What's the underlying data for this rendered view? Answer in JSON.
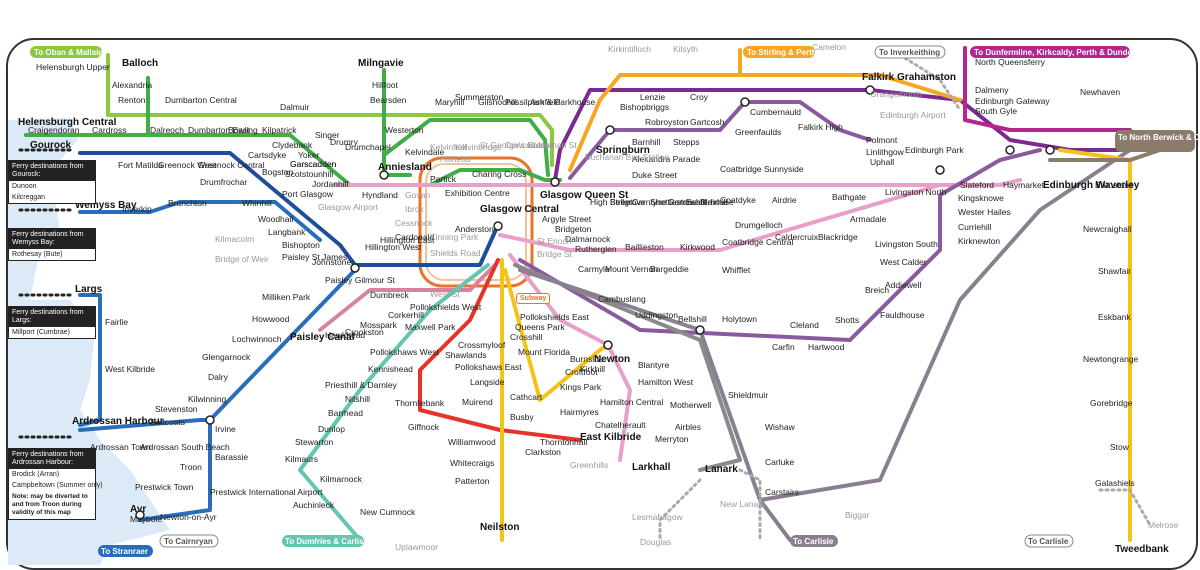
{
  "destinations": {
    "oban": "To Oban & Mallaig",
    "stirling": "To Stirling & Perth",
    "inverkeithing": "To Inverkeithing",
    "dunfermline": "To Dunfermline, Kirkcaldy, Perth & Dundee",
    "north_berwick": "To North Berwick & Dunbar",
    "stranraer": "To Stranraer",
    "cairnryan": "To Cairnryan",
    "dumfries": "To Dumfries & Carlisle",
    "carlisle_1": "To Carlisle",
    "carlisle_2": "To Carlisle"
  },
  "hubs": {
    "helensburgh": "Helensburgh Central",
    "gourock": "Gourock",
    "wemyss": "Wemyss Bay",
    "largs": "Largs",
    "ardrossan": "Ardrossan Harbour",
    "anniesland": "Anniesland",
    "glasgow_central": "Glasgow Central",
    "queen_st": "Glasgow Queen St",
    "falkirk": "Falkirk Grahamston",
    "edinburgh": "Edinburgh Waverley",
    "paisley_canal": "Paisley Canal",
    "newton": "Newton",
    "lanark": "Lanark",
    "larkhall": "Larkhall",
    "east_kilbride": "East Kilbride",
    "neilston": "Neilston",
    "ayr": "Ayr",
    "tweedbank": "Tweedbank",
    "balloch": "Balloch",
    "milngavie": "Milngavie",
    "springburn": "Springburn"
  },
  "ferries": {
    "gourock": {
      "title": "Ferry destinations from Gourock:",
      "items": [
        "Dunoon",
        "Kilcreggan"
      ]
    },
    "wemyss": {
      "title": "Ferry destinations from Wemyss Bay:",
      "items": [
        "Rothesay (Bute)"
      ]
    },
    "largs": {
      "title": "Ferry destinations from Largs:",
      "items": [
        "Millport (Cumbrae)"
      ]
    },
    "ardrossan": {
      "title": "Ferry destinations from Ardrossan Harbour:",
      "items": [
        "Brodick (Arran)",
        "Campbeltown (Summer only)"
      ],
      "note": "Note: may be diverted to and from Troon during validity of this map"
    }
  },
  "colors": {
    "oban": "#8dc63f",
    "inverclyde": "#2a6ebb",
    "ayrshire": "#2a6ebb",
    "north_clyde": "#3fae49",
    "argyle": "#f47b20",
    "cathcart": "#e63329",
    "shotts": "#8a5a9e",
    "lanark": "#777777",
    "stirling": "#f6a623",
    "edinburgh": "#b5258e",
    "borders": "#f3c316",
    "airdrie": "#e8a0c8",
    "paisley": "#d8829e",
    "kilmarnock": "#64c5b1",
    "ek": "#e63329",
    "subway": "#e8732a"
  },
  "station_labels": [
    "Helensburgh Upper",
    "Alexandria",
    "Renton",
    "Dumbarton Central",
    "Craigendoran",
    "Cardross",
    "Dalreoch",
    "Dumbarton East",
    "Bowling",
    "Kilpatrick",
    "Dalmuir",
    "Singer",
    "Clydebank",
    "Yoker",
    "Garscadden",
    "Scotstounhill",
    "Jordanhill",
    "Drumry",
    "Drumchapel",
    "Westerton",
    "Bearsden",
    "Hillfoot",
    "Kelvindale",
    "Maryhill",
    "Summerston",
    "Gilshochill",
    "Possilpark & Parkhouse",
    "Ashfield",
    "Cartsdyke",
    "Fort Matilda",
    "Greenock West",
    "Greenock Central",
    "Bogston",
    "Port Glasgow",
    "Drumfrochar",
    "Branchton",
    "Inverkip",
    "Whinhill",
    "Woodhall",
    "Langbank",
    "Bishopton",
    "Paisley St James",
    "Hyndland",
    "Partick",
    "Exhibition Centre",
    "Charing Cross",
    "Anderston",
    "Argyle Street",
    "Bridgeton",
    "Dalmarnock",
    "Rutherglen",
    "High Street",
    "Bellgrove",
    "Duke Street",
    "Alexandra Parade",
    "Barnhill",
    "Carntyne",
    "Shettleston",
    "Garrowhill",
    "Easterhouse",
    "Blairhill",
    "Coatbridge Sunnyside",
    "Coatdyke",
    "Airdrie",
    "Drumgelloch",
    "Caldercruix",
    "Blackridge",
    "Armadale",
    "Bathgate",
    "Livingston North",
    "Uphall",
    "Edinburgh Park",
    "Slateford",
    "Haymarket",
    "Kingsknowe",
    "Wester Hailes",
    "Curriehill",
    "Kirknewton",
    "Livingston South",
    "West Calder",
    "Addiewell",
    "Breich",
    "Fauldhouse",
    "Shotts",
    "Hartwood",
    "Cleland",
    "Carfin",
    "Holytown",
    "Bellshill",
    "Uddingston",
    "Cambuslang",
    "Carmyle",
    "Mount Vernon",
    "Baillieston",
    "Bargeddie",
    "Kirkwood",
    "Coatbridge Central",
    "Whifflet",
    "Lenzie",
    "Bishopbriggs",
    "Robroyston",
    "Stepps",
    "Gartcosh",
    "Croy",
    "Cumbernauld",
    "Greenfaulds",
    "Falkirk High",
    "Polmont",
    "Linlithgow",
    "Dalmeny",
    "Edinburgh Gateway",
    "South Gyle",
    "North Queensferry",
    "Newhaven",
    "Brunstane",
    "Newcraighall",
    "Shawfair",
    "Eskbank",
    "Newtongrange",
    "Gorebridge",
    "Stow",
    "Galashiels",
    "Johnstone",
    "Milliken Park",
    "Howwood",
    "Lochwinnoch",
    "Glengarnock",
    "Dalry",
    "Kilwinning",
    "Stevenston",
    "Saltcoats",
    "Ardrossan Town",
    "Ardrossan South Beach",
    "Irvine",
    "Barassie",
    "Troon",
    "Prestwick Town",
    "Prestwick International Airport",
    "Newton-on-Ayr",
    "Maybole",
    "Fairlie",
    "West Kilbride",
    "Kilmarnock",
    "Auchinleck",
    "New Cumnock",
    "Kilmaurs",
    "Stewarton",
    "Dunlop",
    "Barrhead",
    "Nitshill",
    "Priesthill & Darnley",
    "Kennishead",
    "Pollokshaws West",
    "Thornliebank",
    "Giffnock",
    "Williamwood",
    "Whitecraigs",
    "Patterton",
    "Muirend",
    "Cathcart",
    "Langside",
    "Pollokshaws East",
    "Shawlands",
    "Crossmyloof",
    "Maxwell Park",
    "Pollokshields West",
    "Pollokshields East",
    "Queens Park",
    "Crosshill",
    "Mount Florida",
    "Kings Park",
    "Croftfoot",
    "Busby",
    "Thorntonhall",
    "Hairmyres",
    "Clarkston",
    "Kirkhill",
    "Burnside",
    "Blantyre",
    "Hamilton West",
    "Hamilton Central",
    "Chatelherault",
    "Merryton",
    "Airbles",
    "Motherwell",
    "Shieldmuir",
    "Wishaw",
    "Carluke",
    "Carstairs",
    "Dumbreck",
    "Corkerhill",
    "Mosspark",
    "Crookston",
    "Hawkhead",
    "Paisley Gilmour St",
    "Hillington West",
    "Hillington East",
    "Cardonald",
    "Garscadden"
  ],
  "grey_labels": [
    "Kirkintilloch",
    "Kilsyth",
    "Grangemouth",
    "Edinburgh Airport",
    "Buchanan Bus Station",
    "Glasgow Airport",
    "Govan",
    "Ibrox",
    "Cessnock",
    "Kinning Park",
    "Shields Road",
    "West St",
    "St Enoch",
    "Bridge St",
    "Kilmacolm",
    "Bridge of Weir",
    "Uplawmoor",
    "Lesmahagow",
    "New Lanark",
    "Douglas",
    "Biggar",
    "Melrose",
    "Camelon",
    "Greenhills",
    "Kelvinhall",
    "Kelvinbridge",
    "St George's Cross",
    "Cowcaddens",
    "Buchanan St",
    "Hillhead"
  ],
  "subway_label": "Subway"
}
